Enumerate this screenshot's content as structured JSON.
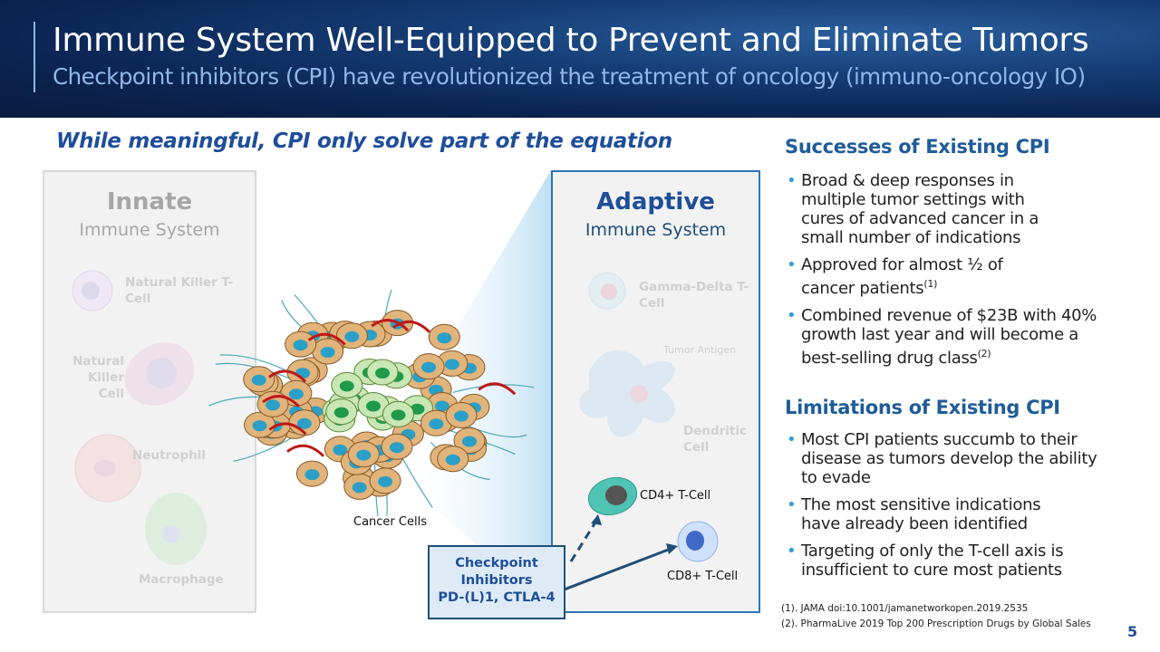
{
  "header": {
    "title": "Immune System Well-Equipped to Prevent and Eliminate Tumors",
    "subtitle": "Checkpoint inhibitors (CPI) have revolutionized the treatment of oncology (immuno-oncology IO)"
  },
  "tagline": "While meaningful, CPI only solve part of the equation",
  "innate": {
    "title": "Innate",
    "subtitle": "Immune System",
    "cells": [
      "Natural Killer T-Cell",
      "Natural Killer Cell",
      "Neutrophil",
      "Macrophage"
    ]
  },
  "adaptive": {
    "title": "Adaptive",
    "subtitle": "Immune System",
    "cells": [
      "Gamma-Delta T-Cell",
      "Tumor Antigen",
      "Dendritic Cell",
      "CD4+ T-Cell",
      "CD8+ T-Cell"
    ]
  },
  "tumor_label": "Cancer Cells",
  "checkpoint_box": {
    "line1": "Checkpoint",
    "line2": "Inhibitors",
    "line3": "PD-(L)1, CTLA-4"
  },
  "successes": {
    "title": "Successes of Existing CPI",
    "bullets": [
      "Broad & deep responses in multiple tumor settings with cures of advanced cancer in a small number of indications",
      "Approved for almost ½ of cancer patients",
      "Combined revenue of $23B with 40% growth last year and will become a best-selling drug class"
    ],
    "refs": [
      "(1)",
      "(2)"
    ]
  },
  "limitations": {
    "title": "Limitations of Existing CPI",
    "bullets": [
      "Most CPI patients succumb to their disease as tumors develop the ability to evade",
      "The most sensitive indications have already been identified",
      "Targeting of only the T-cell axis is insufficient to cure most patients"
    ]
  },
  "footnotes": [
    "(1).  JAMA  doi:10.1001/jamanetworkopen.2019.2535",
    "(2).  PharmaLive 2019 Top 200 Prescription Drugs by Global Sales"
  ],
  "page_number": "5",
  "colors": {
    "brand_blue": "#1f4e9a",
    "header_dark": "#0b2453",
    "accent_cyan": "#2e9fd6"
  }
}
